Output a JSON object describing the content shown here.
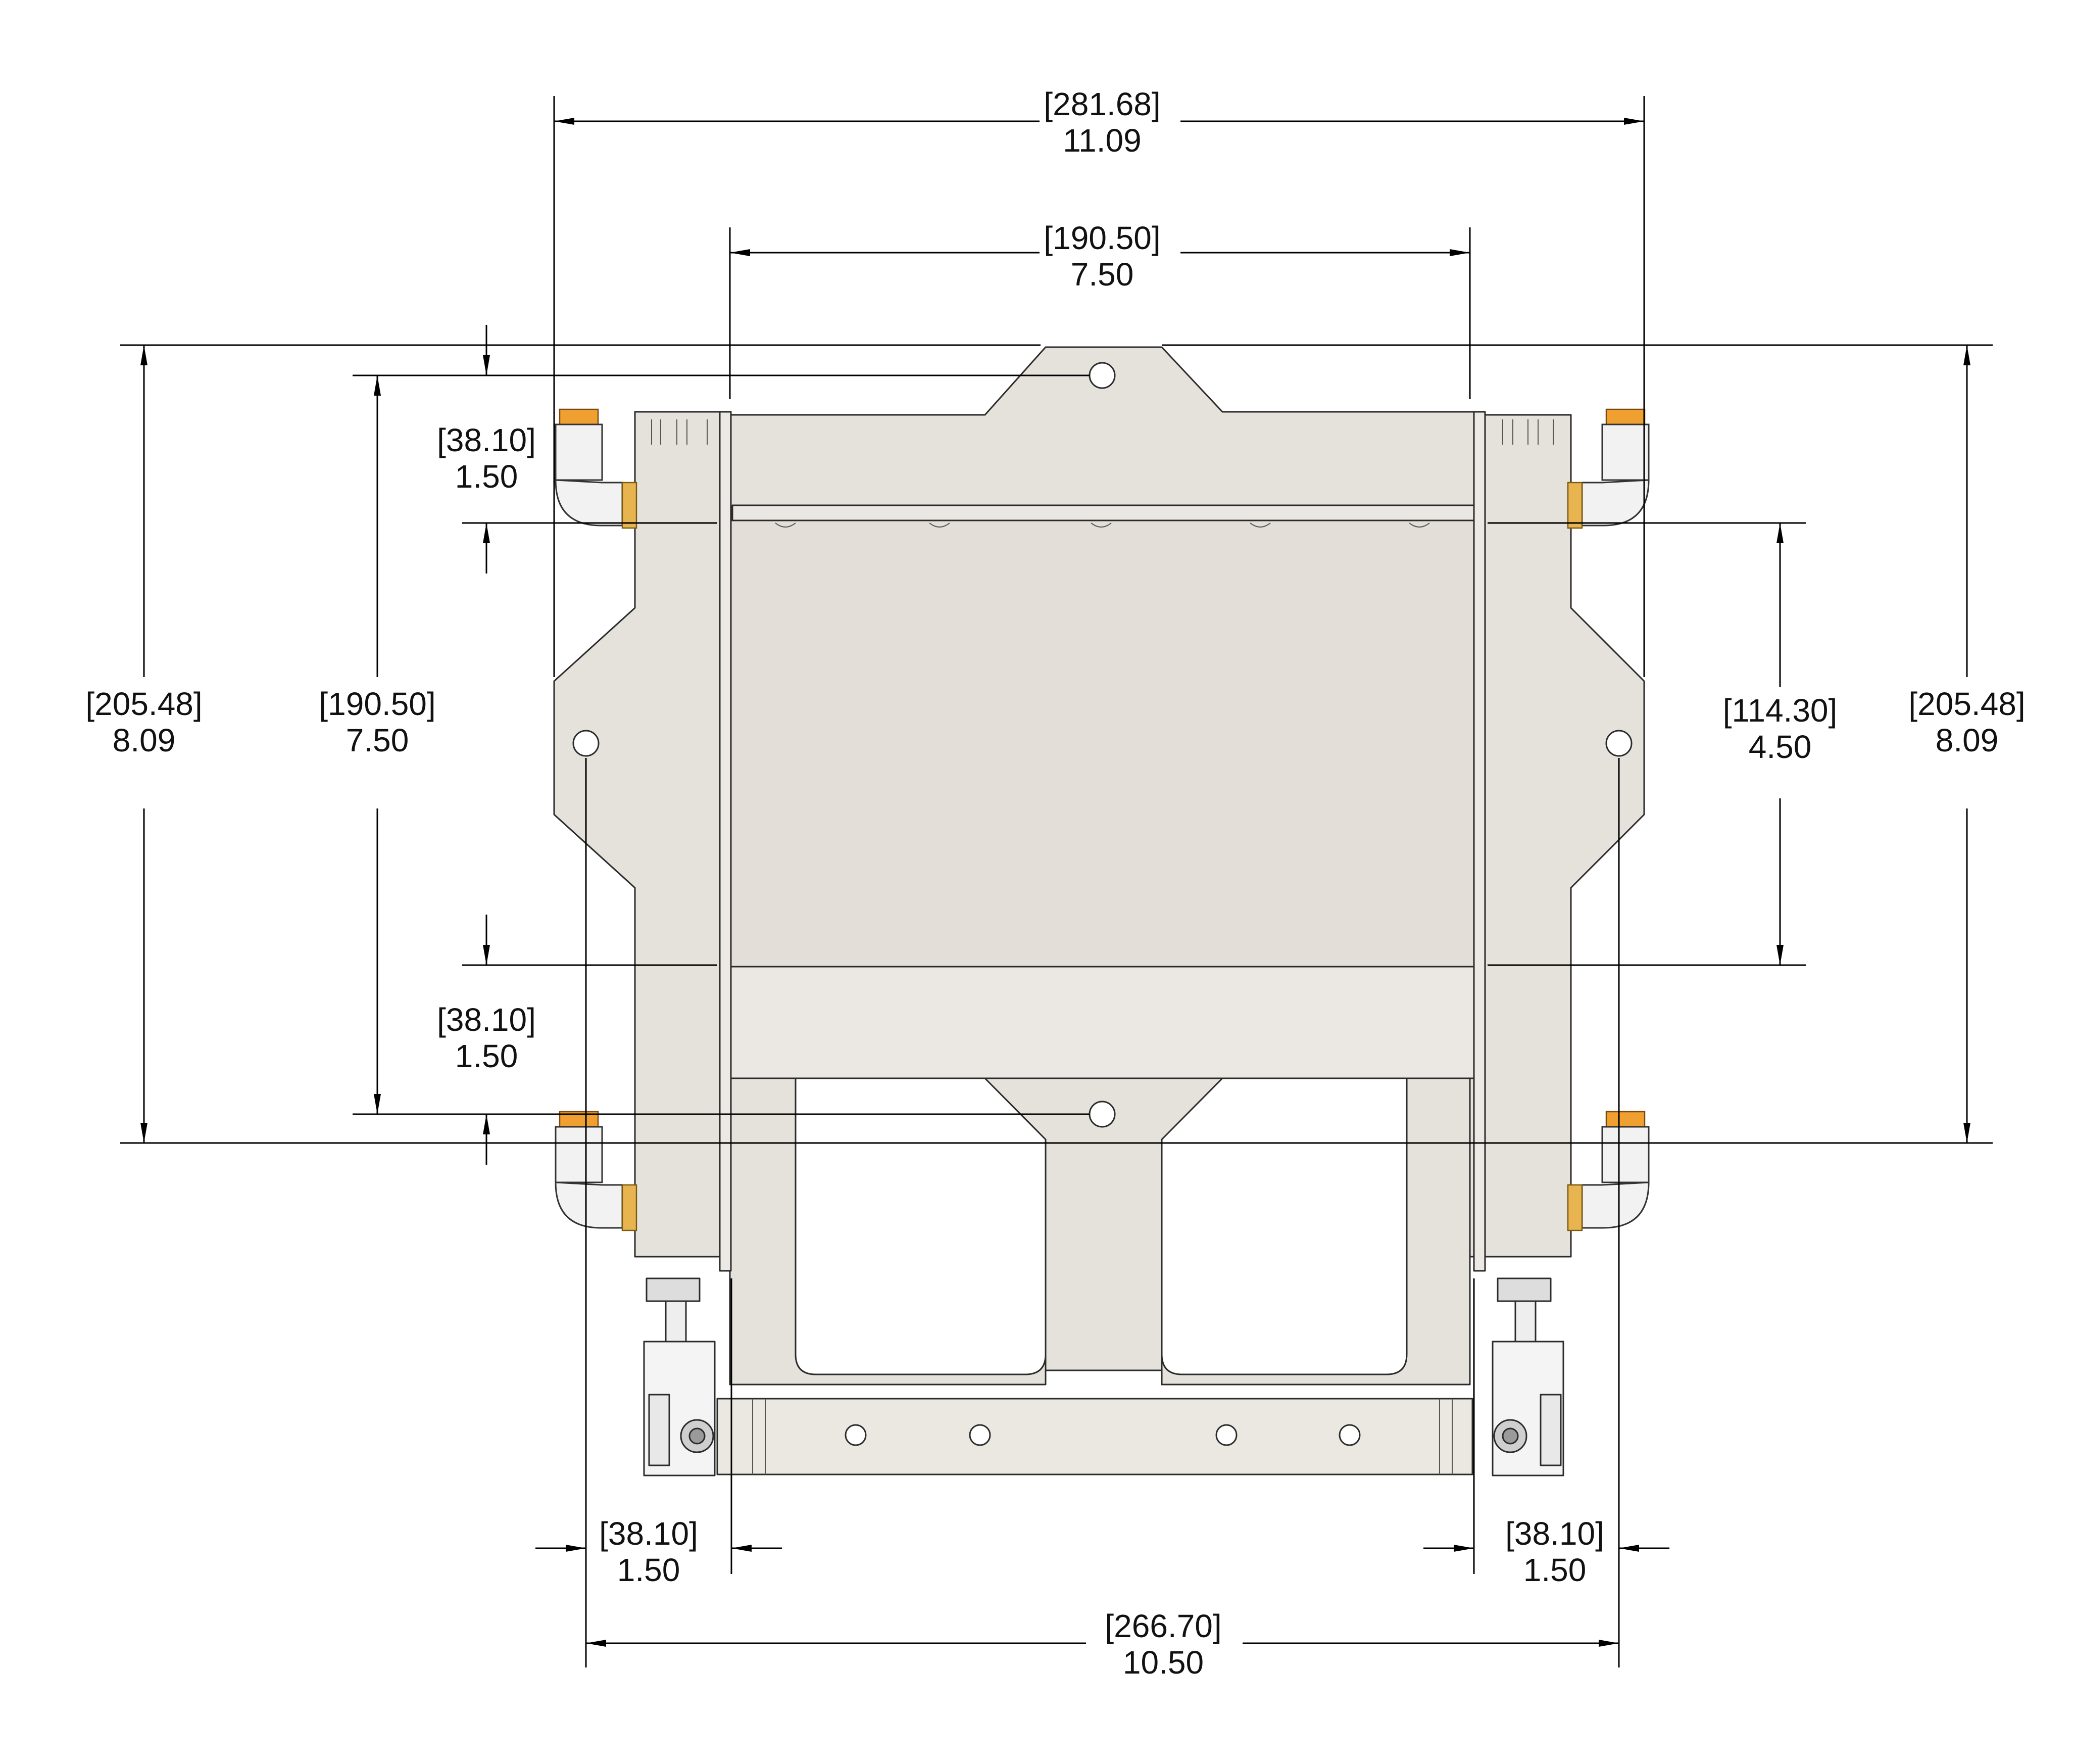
{
  "dimensions": {
    "top_overall": {
      "mm": "[281.68]",
      "in": "11.09"
    },
    "top_inner": {
      "mm": "[190.50]",
      "in": "7.50"
    },
    "left_overall": {
      "mm": "[205.48]",
      "in": "8.09"
    },
    "left_holes": {
      "mm": "[190.50]",
      "in": "7.50"
    },
    "left_top_off": {
      "mm": "[38.10]",
      "in": "1.50"
    },
    "left_bot_off": {
      "mm": "[38.10]",
      "in": "1.50"
    },
    "right_inner": {
      "mm": "[114.30]",
      "in": "4.50"
    },
    "right_overall": {
      "mm": "[205.48]",
      "in": "8.09"
    },
    "bottom_left": {
      "mm": "[38.10]",
      "in": "1.50"
    },
    "bottom_right": {
      "mm": "[38.10]",
      "in": "1.50"
    },
    "bottom_overall": {
      "mm": "[266.70]",
      "in": "10.50"
    }
  },
  "colors": {
    "plate": "#e5e1db",
    "fitting_cap": "#f0a030",
    "fitting_brass": "#e7b450",
    "outline": "#2b2b2b"
  }
}
